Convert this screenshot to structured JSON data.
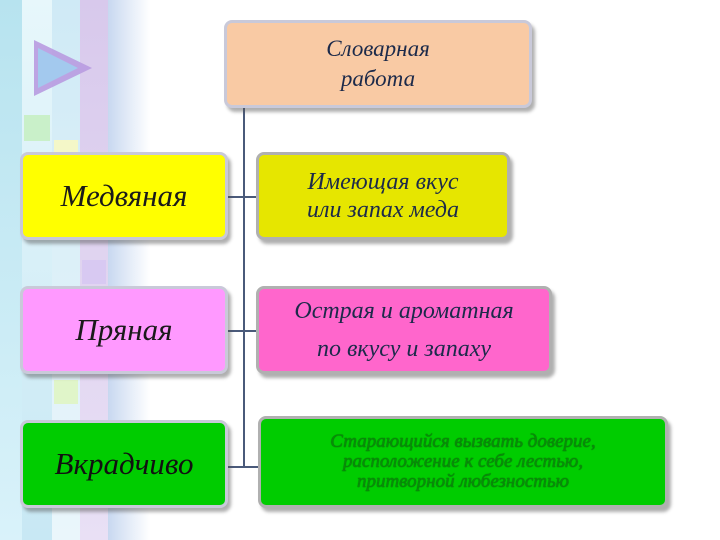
{
  "title": "Словарная\nработа",
  "rows": [
    {
      "term": "Медвяная",
      "definition": "Имеющая вкус\nили запах меда"
    },
    {
      "term": "Пряная",
      "definition": "Острая и ароматная\nпо вкусу и запаху"
    },
    {
      "term": "Вкрадчиво",
      "definition": "Старающийся вызвать доверие,\nрасположение к себе лестью,\nпритворной любезностью"
    }
  ],
  "colors": {
    "title_box": "#f9caa4",
    "row1": "#ffff00",
    "row2": "#ff99ff",
    "row3": "#00cc00"
  }
}
